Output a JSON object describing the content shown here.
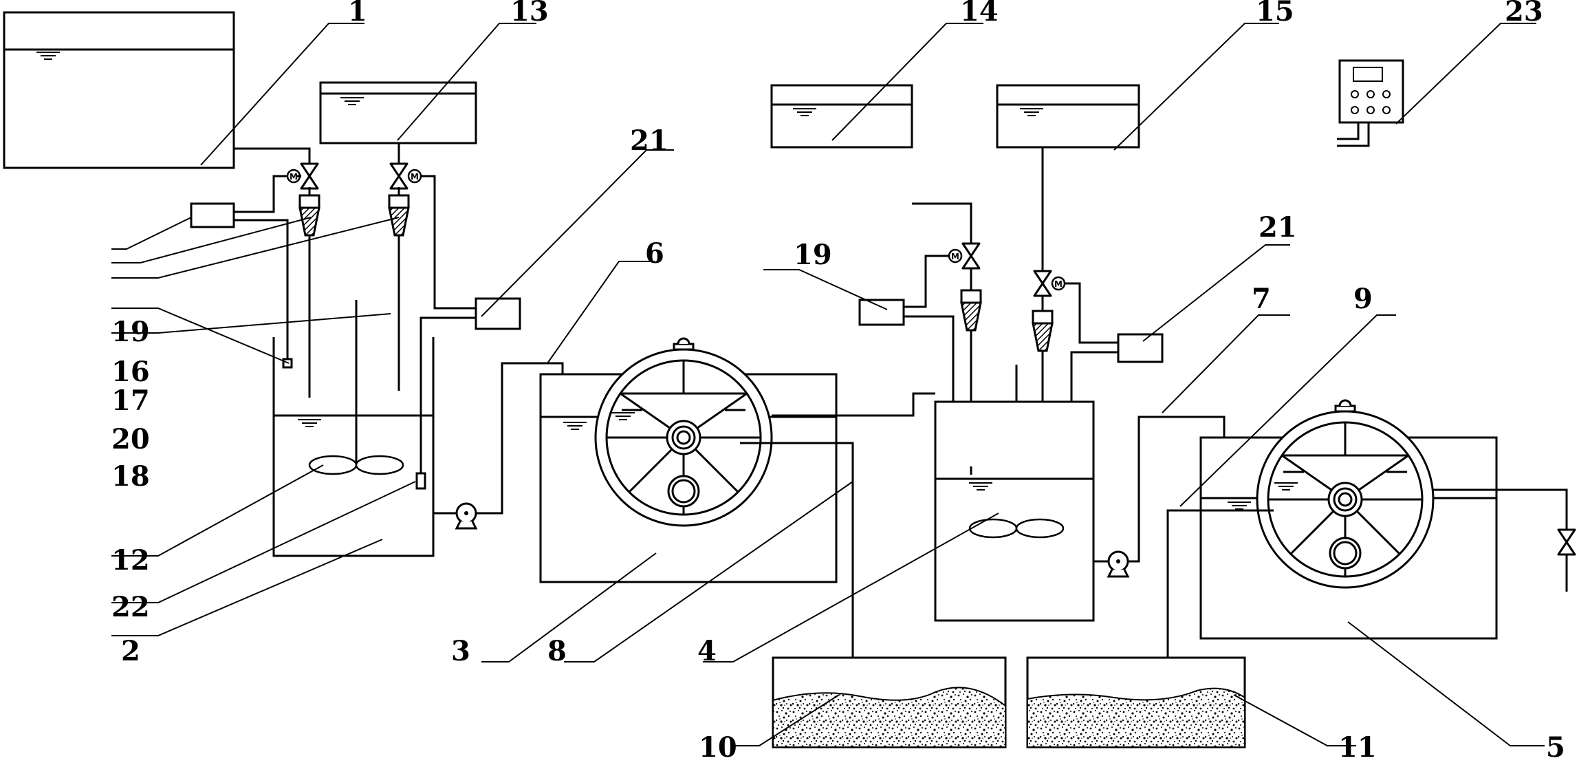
{
  "labels": {
    "l1": "1",
    "l2": "2",
    "l3": "3",
    "l4": "4",
    "l5": "5",
    "l6": "6",
    "l7": "7",
    "l8": "8",
    "l9": "9",
    "l10": "10",
    "l11": "11",
    "l12": "12",
    "l13": "13",
    "l14": "14",
    "l15": "15",
    "l16": "16",
    "l17": "17",
    "l18": "18",
    "l19a": "19",
    "l19b": "19",
    "l20": "20",
    "l21a": "21",
    "l21b": "21",
    "l22": "22",
    "l23": "23"
  },
  "colors": {
    "stroke": "#000000",
    "background": "#ffffff"
  },
  "icons": [
    "motor-valve-icon",
    "pump-icon",
    "flowmeter-icon",
    "water-level-icon",
    "stirrer-icon",
    "rotating-drum-icon",
    "sludge-texture",
    "control-panel-icon"
  ]
}
